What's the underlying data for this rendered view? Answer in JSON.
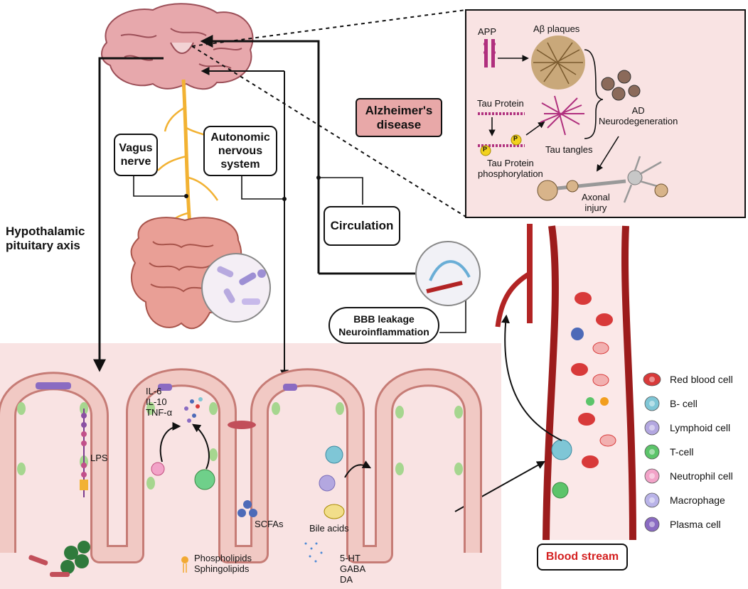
{
  "labels": {
    "vagus": "Vagus\nnerve",
    "ans": "Autonomic\nnervous\nsystem",
    "circulation": "Circulation",
    "hpa": "Hypothalamic\npituitary axis",
    "alzheimers": "Alzheimer's\ndisease",
    "bbb": "BBB leakage\nNeuroinflammation",
    "blood_stream": "Blood stream"
  },
  "ad_panel": {
    "app": "APP",
    "plaques": "Aβ plaques",
    "tau_protein": "Tau Protein",
    "tau_phos": "Tau Protein\nphosphorylation",
    "tau_tangles": "Tau tangles",
    "neurodegeneration": "AD\nNeurodegeneration",
    "axonal": "Axonal\ninjury",
    "p_marker": "P"
  },
  "gut_labels": {
    "cytokines": "IL-6\nIL-10\nTNF-α",
    "lps": "LPS",
    "scfas": "SCFAs",
    "bile": "Bile acids",
    "lipids": "Phospholipids\nSphingolipids",
    "neuro": "5-HT\nGABA\nDA"
  },
  "legend": [
    {
      "label": "Red blood cell",
      "color": "#d83a3a",
      "icon": "red-blood-cell-icon"
    },
    {
      "label": "B- cell",
      "color": "#7fc6d6",
      "icon": "b-cell-icon"
    },
    {
      "label": "Lymphoid cell",
      "color": "#b3a7e0",
      "icon": "lymphoid-cell-icon"
    },
    {
      "label": "T-cell",
      "color": "#5cc46a",
      "icon": "t-cell-icon"
    },
    {
      "label": "Neutrophil cell",
      "color": "#f2a3c8",
      "icon": "neutrophil-cell-icon"
    },
    {
      "label": "Macrophage",
      "color": "#b9b3e8",
      "icon": "macrophage-icon"
    },
    {
      "label": "Plasma cell",
      "color": "#8a6bc2",
      "icon": "plasma-cell-icon"
    }
  ]
}
